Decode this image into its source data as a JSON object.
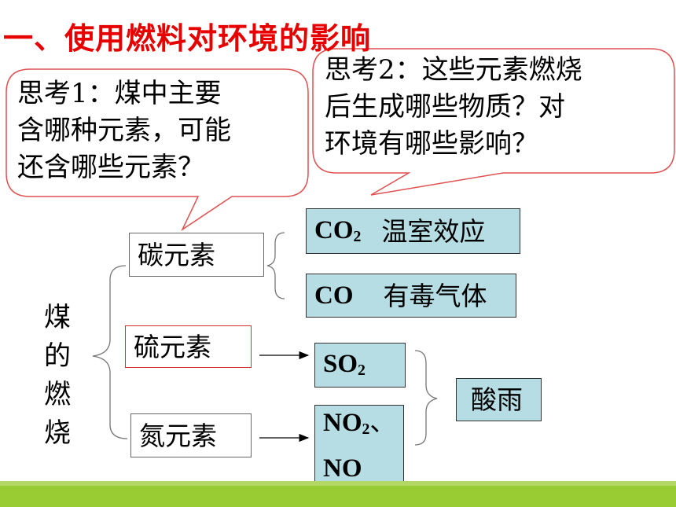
{
  "title": "一、使用燃料对环境的影响",
  "callout1": {
    "lines": [
      "思考1：煤中主要",
      "含哪种元素，可能",
      "还含哪些元素？"
    ]
  },
  "callout2": {
    "lines": [
      "思考2：这些元素燃烧",
      "后生成哪些物质？对",
      "环境有哪些影响？"
    ]
  },
  "coal_label": "煤的燃烧",
  "elements": {
    "carbon": "碳元素",
    "sulfur": "硫元素",
    "nitrogen": "氮元素"
  },
  "products": {
    "co2_formula": "CO",
    "co2_sub": "2",
    "co2_effect": "温室效应",
    "co_formula": "CO",
    "co_effect": "有毒气体",
    "so2_formula": "SO",
    "so2_sub": "2",
    "no2_formula": "NO",
    "no2_sub": "2",
    "no2_sep": "、",
    "no_formula": "NO"
  },
  "result": "酸雨",
  "colors": {
    "title": "#e60000",
    "callout_border": "#e05050",
    "product_fill": "#b5dde3",
    "band": "#99cc33"
  }
}
